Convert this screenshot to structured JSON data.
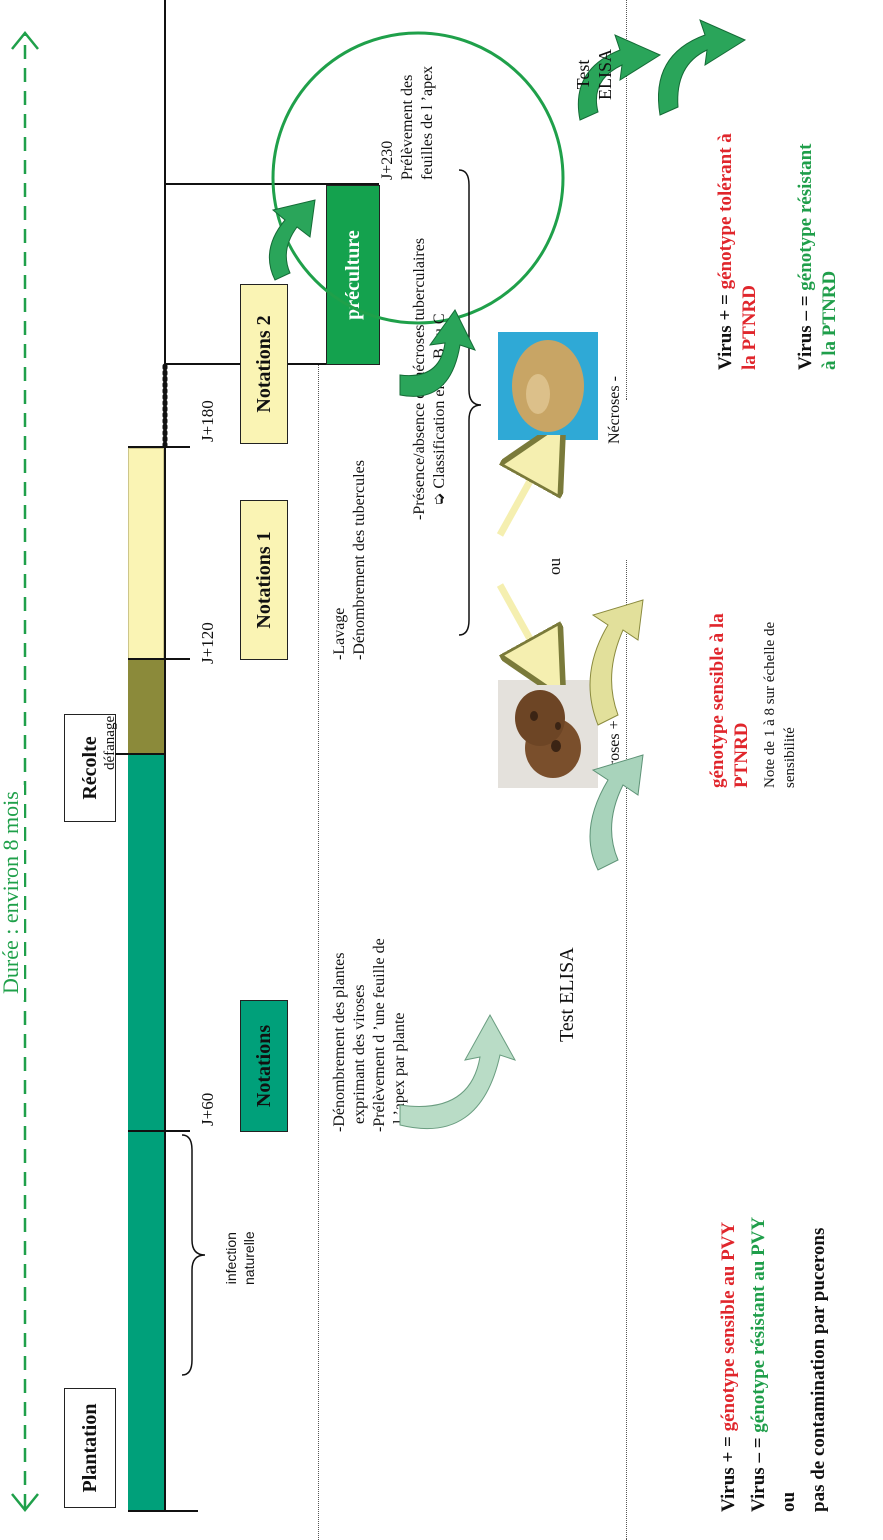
{
  "duration_label": "Durée : environ 8 mois",
  "stages": {
    "plantation": "Plantation",
    "recolte": "Récolte",
    "defanage": "défanage",
    "preculture": "préculture",
    "infection": [
      "infection",
      "naturelle"
    ]
  },
  "days": {
    "j60": "J+60",
    "j120": "J+120",
    "j180": "J+180",
    "j230": "J+230"
  },
  "notations": {
    "n0": "Notations",
    "n1": "Notations 1",
    "n2": "Notations 2"
  },
  "notes_j60": [
    "-Dénombrement des plantes",
    "exprimant des viroses",
    "-Prélèvement d ’une feuille de",
    "l ’apex par plante"
  ],
  "notes_j120": [
    "-Lavage",
    "-Dénombrement des tubercules"
  ],
  "notes_j180": [
    "-Présence/absence de nécroses tuberculaires",
    "➭ Classification en A, B ou C"
  ],
  "notes_j230": [
    "J+230",
    "Prélèvement des",
    "feuilles de l ’apex"
  ],
  "test_elisa": "Test ELISA",
  "test_elisa_2": [
    "Test",
    "ELISA"
  ],
  "ou": "ou",
  "necroses_plus": "Nécroses +",
  "necroses_minus": "Nécroses -",
  "pvy_results": {
    "virus_plus_prefix": "Virus + = ",
    "virus_plus_text": "génotype sensible au PVY",
    "virus_minus_prefix": "Virus – = ",
    "virus_minus_text": "génotype résistant au PVY",
    "ou": "ou",
    "pucerons": "pas de contamination par pucerons"
  },
  "ptnrd_sensible": [
    "génotype sensible à la",
    "PTNRD"
  ],
  "ptnrd_note": [
    "Note de 1 à 8 sur échelle de",
    "sensibilité"
  ],
  "ptnrd_tolerant": {
    "prefix": "Virus + = ",
    "line1": "génotype tolérant à",
    "line2": "la PTNRD"
  },
  "ptnrd_resistant": {
    "prefix": "Virus – = ",
    "line1": "génotype résistant",
    "line2": "à la PTNRD"
  },
  "colors": {
    "main_green": "#00a07a",
    "olive": "#8b8a3a",
    "pale_yellow": "#faf4b4",
    "dark_green_box": "#14a24e",
    "red_text": "#e0262c",
    "green_text": "#1f9e4a",
    "dashed_arrow": "#1fa04a"
  }
}
